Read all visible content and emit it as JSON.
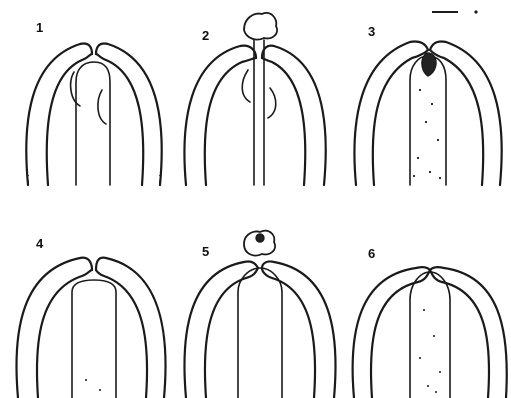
{
  "panels": [
    {
      "label": "1"
    },
    {
      "label": "2"
    },
    {
      "label": "3"
    },
    {
      "label": "4"
    },
    {
      "label": "5"
    },
    {
      "label": "6"
    }
  ],
  "scale_bar": {
    "present": true
  }
}
